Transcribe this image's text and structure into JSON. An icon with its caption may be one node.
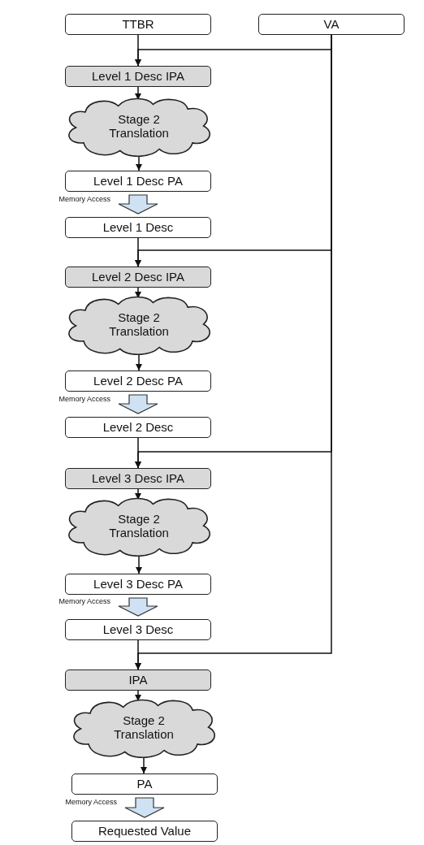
{
  "diagram": {
    "nodes": [
      {
        "text": [
          "TTBR"
        ]
      },
      {
        "text": [
          "VA"
        ]
      },
      {
        "text": [
          "Level 1 Desc IPA"
        ]
      },
      {
        "text": [
          "Stage 2 Translation"
        ]
      },
      {
        "text": [
          "Level 1 Desc PA"
        ]
      },
      {
        "text": [
          "Level 1 Desc"
        ]
      },
      {
        "text": [
          "Level 2 Desc IPA"
        ]
      },
      {
        "text": [
          "Stage 2 Translation"
        ]
      },
      {
        "text": [
          "Level 2 Desc PA"
        ]
      },
      {
        "text": [
          "Level 2 Desc"
        ]
      },
      {
        "text": [
          "Level 3 Desc IPA"
        ]
      },
      {
        "text": [
          "Stage 2 Translation"
        ]
      },
      {
        "text": [
          "Level 3 Desc PA"
        ]
      },
      {
        "text": [
          "Level 3 Desc"
        ]
      },
      {
        "text": [
          "IPA"
        ]
      },
      {
        "text": [
          "Stage 2 Translation"
        ]
      },
      {
        "text": [
          "PA"
        ]
      },
      {
        "text": [
          "Requested Value"
        ]
      }
    ],
    "edges": [
      {
        "from": 0,
        "to": 2,
        "arrow": "to"
      },
      {
        "from": 1,
        "to": 2,
        "arrow": "to"
      },
      {
        "from": 2,
        "to": 3,
        "arrow": "to"
      },
      {
        "from": 3,
        "to": 4,
        "arrow": "to"
      },
      {
        "from": 4,
        "to": 5,
        "arrow": "to",
        "label": "Memory Access",
        "style": "thick",
        "color": "#cfe2f3"
      },
      {
        "from": 5,
        "to": 6,
        "arrow": "to"
      },
      {
        "from": 1,
        "to": 6,
        "arrow": "to"
      },
      {
        "from": 6,
        "to": 7,
        "arrow": "to"
      },
      {
        "from": 7,
        "to": 8,
        "arrow": "to"
      },
      {
        "from": 8,
        "to": 9,
        "arrow": "to",
        "label": "Memory Access",
        "style": "thick",
        "color": "#cfe2f3"
      },
      {
        "from": 9,
        "to": 10,
        "arrow": "to"
      },
      {
        "from": 1,
        "to": 10,
        "arrow": "to"
      },
      {
        "from": 10,
        "to": 11,
        "arrow": "to"
      },
      {
        "from": 11,
        "to": 12,
        "arrow": "to"
      },
      {
        "from": 12,
        "to": 13,
        "arrow": "to",
        "label": "Memory Access",
        "style": "thick",
        "color": "#cfe2f3"
      },
      {
        "from": 13,
        "to": 14,
        "arrow": "to"
      },
      {
        "from": 1,
        "to": 14,
        "arrow": "to"
      },
      {
        "from": 14,
        "to": 15,
        "arrow": "to"
      },
      {
        "from": 15,
        "to": 16,
        "arrow": "to"
      },
      {
        "from": 16,
        "to": 17,
        "arrow": "to",
        "label": "Memory Access",
        "style": "thick",
        "color": "#cfe2f3"
      }
    ]
  }
}
